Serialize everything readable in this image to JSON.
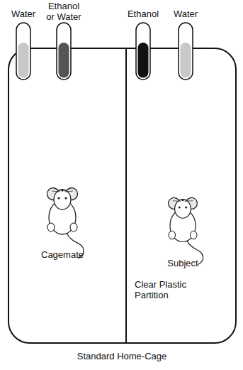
{
  "diagram": {
    "nodes": [
      {
        "text": [
          "Standard Home-Cage"
        ]
      },
      {
        "text": [
          "Cagemate"
        ],
        "in": 0
      },
      {
        "text": [
          "Subject",
          "Clear Plastic Partition"
        ],
        "in": 0
      }
    ],
    "labels": [
      "Water",
      "Ethanol or Water",
      "Ethanol",
      "Water"
    ]
  }
}
